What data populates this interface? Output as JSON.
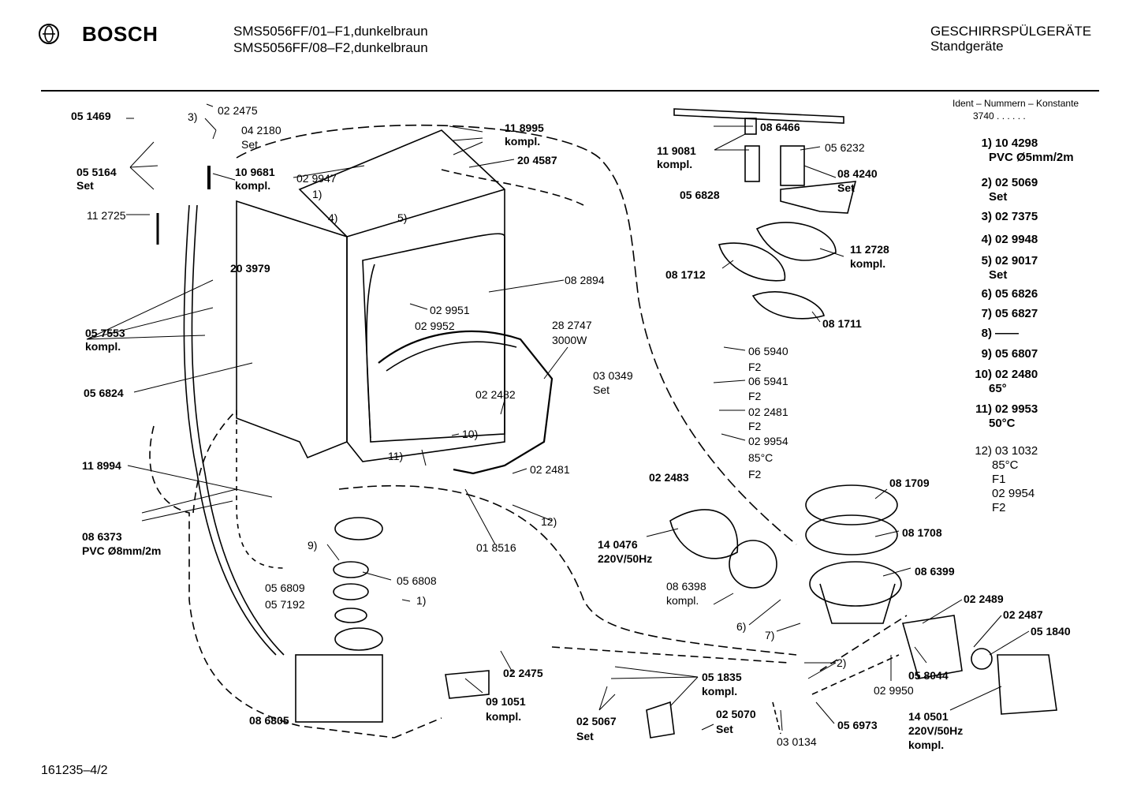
{
  "header": {
    "brand": "BOSCH",
    "model_1": "SMS5056FF/01–F1,dunkelbraun",
    "model_2": "SMS5056FF/08–F2,dunkelbraun",
    "category": "GESCHIRRSPÜLGERÄTE",
    "subcategory": "Standgeräte",
    "logo_icon": "bosch-armature-icon"
  },
  "ident": {
    "title": "Ident – Nummern – Konstante",
    "value": "3740 . . . . . ."
  },
  "refs": [
    {
      "n": "1)",
      "a": "10 4298",
      "b": "PVC Ø5mm/2m"
    },
    {
      "n": "2)",
      "a": "02 5069",
      "b": "Set"
    },
    {
      "n": "3)",
      "a": "02 7375",
      "b": ""
    },
    {
      "n": "4)",
      "a": "02 9948",
      "b": ""
    },
    {
      "n": "5)",
      "a": "02 9017",
      "b": "Set"
    },
    {
      "n": "6)",
      "a": "05 6826",
      "b": ""
    },
    {
      "n": "7)",
      "a": "05 6827",
      "b": ""
    },
    {
      "n": "8)",
      "a": "——",
      "b": ""
    },
    {
      "n": "9)",
      "a": "05 6807",
      "b": ""
    },
    {
      "n": "10)",
      "a": "02 2480",
      "b": "65°"
    },
    {
      "n": "11)",
      "a": "02 9953",
      "b": "50°C"
    }
  ],
  "ref12": {
    "n": "12)",
    "l1": "03 1032",
    "l2": "85°C",
    "l3": "F1",
    "l4": "02 9954",
    "l5": "F2"
  },
  "labels": {
    "p051469": "05 1469",
    "p3": "3)",
    "p022475a": "02 2475",
    "p042180": "04 2180",
    "p042180s": "Set",
    "p055164": "05 5164",
    "p055164s": "Set",
    "p109681": "10 9681",
    "p109681k": "kompl.",
    "p112725": "11 2725",
    "p029947": "02 9947",
    "p1a": "1)",
    "p4": "4)",
    "p5": "5)",
    "p118995": "11 8995",
    "p118995k": "kompl.",
    "p204587": "20 4587",
    "p203979": "20 3979",
    "p082894": "08 2894",
    "p029951": "02 9951",
    "p029952": "02 9952",
    "p057553": "05 7553",
    "p057553k": "kompl.",
    "p282747": "28 2747",
    "p3000w": "3000W",
    "p056824": "05 6824",
    "p030349": "03 0349",
    "p030349s": "Set",
    "p022482": "02 2482",
    "p10": "10)",
    "p11": "11)",
    "p022481a": "02 2481",
    "p12": "12)",
    "p018516": "01 8516",
    "p118994": "11 8994",
    "p086373": "08 6373",
    "p086373p": "PVC Ø8mm/2m",
    "p9": "9)",
    "p056809": "05 6809",
    "p057192": "05 7192",
    "p056808": "05 6808",
    "p1b": "1)",
    "p022475b": "02 2475",
    "p091051": "09 1051",
    "p091051k": "kompl.",
    "p086805": "08 6805",
    "p086466": "08 6466",
    "p119081": "11 9081",
    "p119081k": "kompl.",
    "p056232": "05 6232",
    "p084240": "08 4240",
    "p084240s": "Set",
    "p056828": "05 6828",
    "p112728": "11 2728",
    "p112728k": "kompl.",
    "p081712": "08 1712",
    "p081711": "08 1711",
    "p065940": "06 5940",
    "pF2a": "F2",
    "p065941": "06 5941",
    "pF2b": "F2",
    "p022481b": "02 2481",
    "pF2c": "F2",
    "p029954": "02 9954",
    "p85c": "85°C",
    "pF2d": "F2",
    "p022483": "02 2483",
    "p081709": "08 1709",
    "p081708": "08 1708",
    "p140476": "14 0476",
    "p220a": "220V/50Hz",
    "p086399": "08 6399",
    "p086398": "08 6398",
    "p086398k": "kompl.",
    "p6": "6)",
    "p7": "7)",
    "p022489": "02 2489",
    "p022487": "02 2487",
    "p051840": "05 1840",
    "p2": "2)",
    "p051835": "05 1835",
    "p051835k": "kompl.",
    "p058044": "05 8044",
    "p029950": "02 9950",
    "p025067": "02 5067",
    "p025067s": "Set",
    "p025070": "02 5070",
    "p025070s": "Set",
    "p056973": "05 6973",
    "p030134": "03 0134",
    "p140501": "14 0501",
    "p220b": "220V/50Hz",
    "p140501k": "kompl."
  },
  "footer": {
    "code": "161235–4/2"
  }
}
